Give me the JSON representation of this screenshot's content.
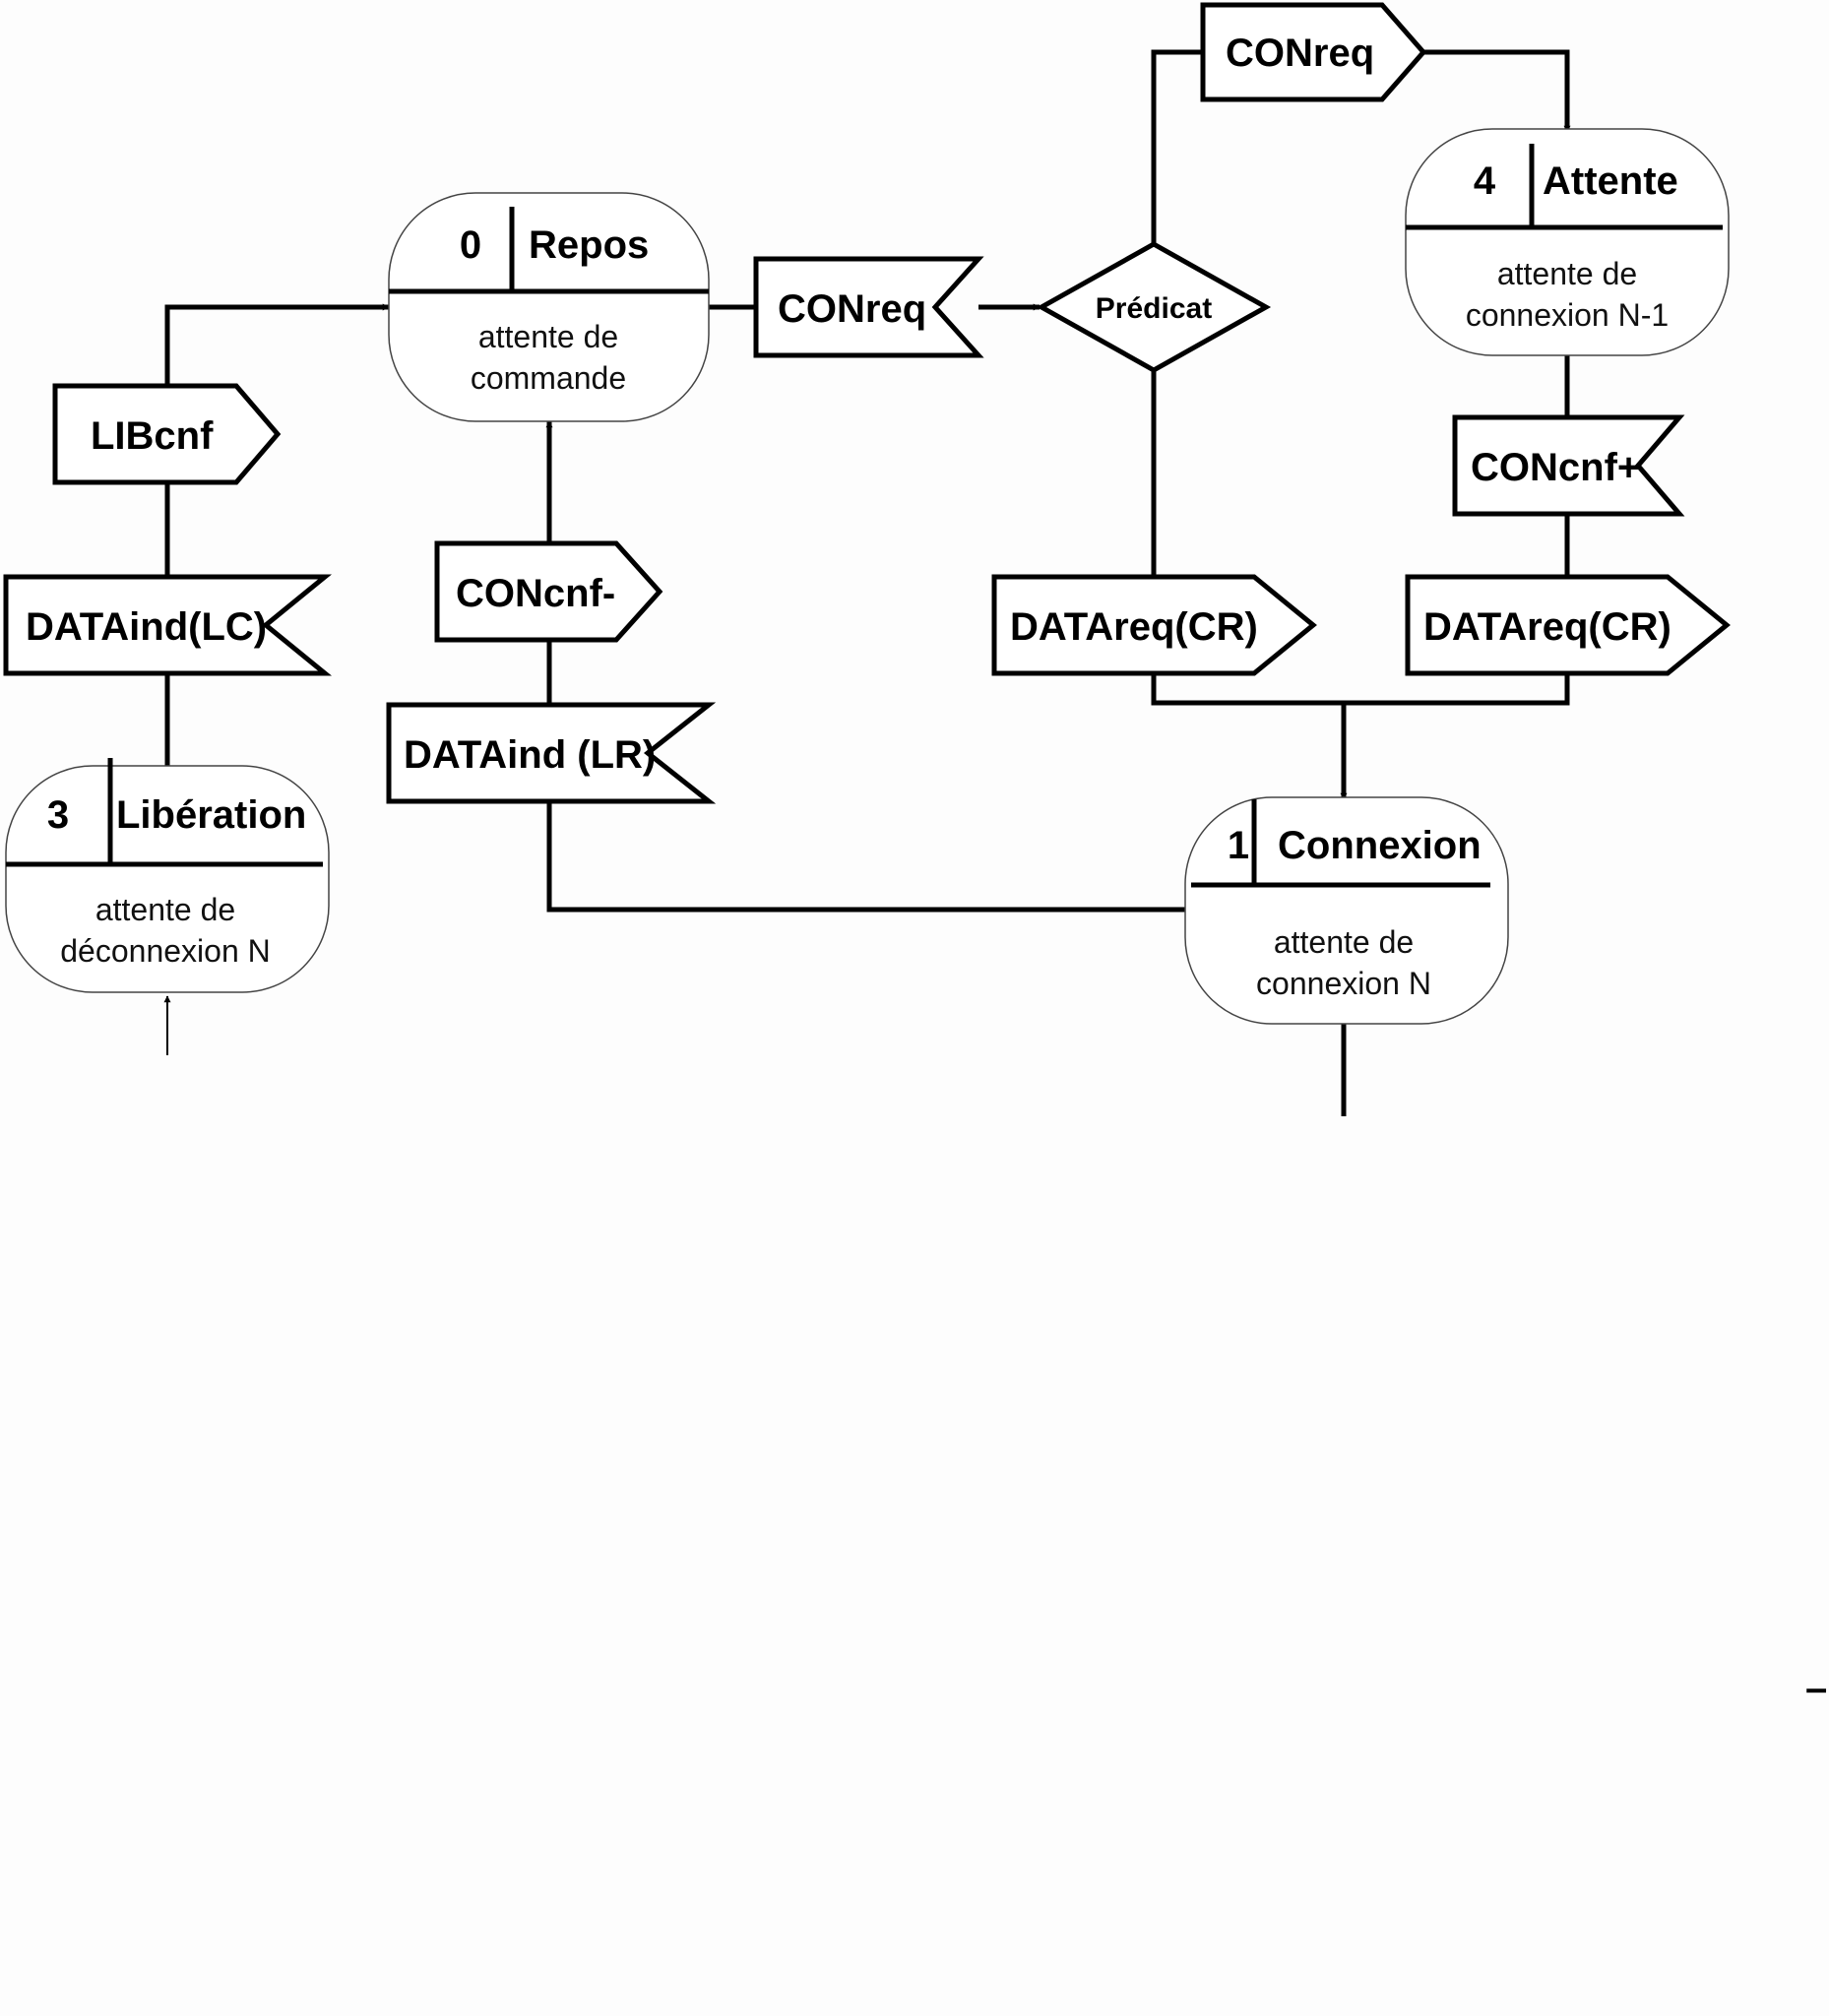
{
  "states": {
    "repos": {
      "number": "0",
      "name": "Repos",
      "desc1": "attente de",
      "desc2": "commande"
    },
    "attente": {
      "number": "4",
      "name": "Attente",
      "desc1": "attente de",
      "desc2": "connexion N-1"
    },
    "liberation": {
      "number": "3",
      "name": "Libération",
      "desc1": "attente de",
      "desc2": "déconnexion N"
    },
    "connexion": {
      "number": "1",
      "name": "Connexion",
      "desc1": "attente de",
      "desc2": "connexion N"
    }
  },
  "signals": {
    "conreq_top": "CONreq",
    "conreq_in": "CONreq",
    "libcnf": "LIBcnf",
    "dataind_lc": "DATAind(LC)",
    "concnf_minus": "CONcnf-",
    "dataind_lr": "DATAind (LR)",
    "concnf_plus": "CONcnf+",
    "datareq_cr_left": "DATAreq(CR)",
    "datareq_cr_right": "DATAreq(CR)"
  },
  "decision": {
    "label": "Prédicat"
  },
  "stray_mark": "–"
}
